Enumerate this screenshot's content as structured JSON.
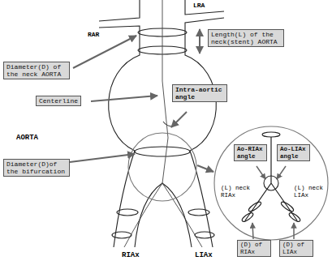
{
  "diagram": {
    "nodes": [
      {
        "text": [
          "Diameter(D) of the neck AORTA"
        ]
      },
      {
        "text": [
          "Length(L) of the neck(stent) AORTA"
        ]
      },
      {
        "text": [
          "Centerline"
        ]
      },
      {
        "text": [
          "Intra-aortic angle"
        ]
      },
      {
        "text": [
          "Diameter(D)of the bifurcation"
        ]
      },
      {
        "text": [
          "Ao-RIAx angle"
        ]
      },
      {
        "text": [
          "Ao-LIAx angle"
        ]
      },
      {
        "text": [
          "(D) of RIAx"
        ]
      },
      {
        "text": [
          "(D) of LIAx"
        ]
      }
    ],
    "labels": [
      "RAR",
      "LRA",
      "AORTA",
      "(L) neck RIAx",
      "(L) neck LIAx",
      "RIAx",
      "LIAx"
    ]
  }
}
